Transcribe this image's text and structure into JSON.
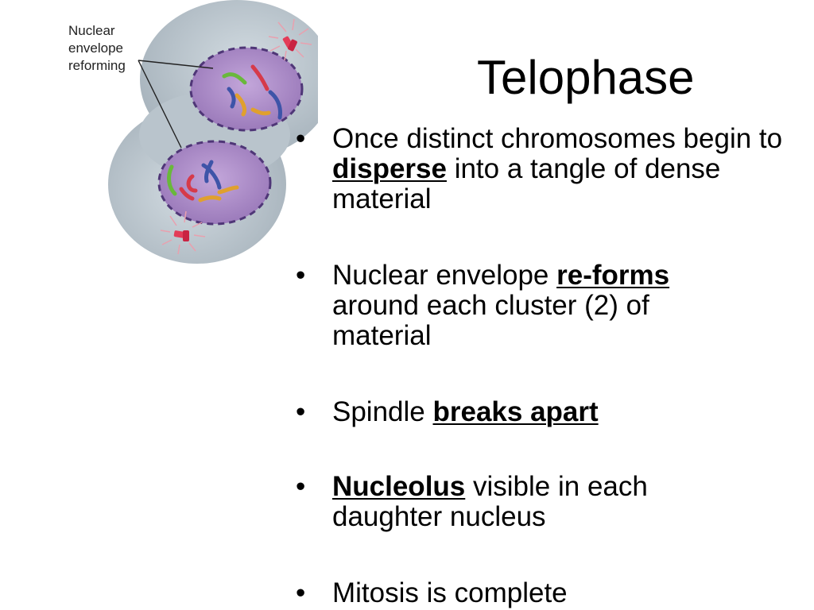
{
  "figure": {
    "label": "Nuclear\nenvelope\nreforming",
    "colors": {
      "cell": "#b9c4cc",
      "nucleus": "#a887c4",
      "envelope": "#5c3f86",
      "centrosome": "#e33c58"
    }
  },
  "slide": {
    "title": "Telophase",
    "bullets": [
      {
        "before": "Once distinct chromosomes begin to ",
        "emphasis": "disperse",
        "after": " into a tangle of dense material"
      },
      {
        "before": "Nuclear envelope ",
        "emphasis": "re-forms",
        "after": " around each cluster (2) of material"
      },
      {
        "before": "Spindle ",
        "emphasis": "breaks apart",
        "after": ""
      },
      {
        "before": "",
        "emphasis": "Nucleolus",
        "after": " visible in each daughter nucleus"
      },
      {
        "before": "Mitosis is complete",
        "emphasis": "",
        "after": ""
      }
    ],
    "bullet_char": "•"
  }
}
